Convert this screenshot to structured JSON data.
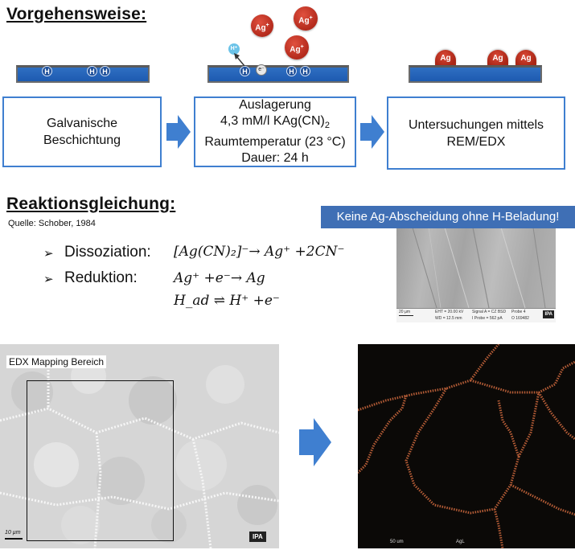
{
  "section_procedure": {
    "heading": "Vorgehensweise:"
  },
  "diagram": {
    "h_label": "H",
    "hplus_label": "H⁺",
    "electron_label": "e⁻",
    "ag_ion_label": "Ag",
    "ag_ion_charge": "+",
    "ag_deposit_label": "Ag"
  },
  "steps": [
    {
      "lines": [
        "Galvanische",
        "Beschichtung"
      ]
    },
    {
      "lines": [
        "Auslagerung",
        "4,3 mM/l KAg(CN)",
        "Raumtemperatur (23 °C)",
        "Dauer: 24 h"
      ],
      "subscript": "2"
    },
    {
      "lines": [
        "Untersuchungen mittels",
        "REM/EDX"
      ]
    }
  ],
  "section_reaction": {
    "heading": "Reaktionsgleichung:",
    "source": "Quelle: Schober, 1984",
    "bullet_glyph": "➢",
    "items": [
      {
        "label": "Dissoziation:",
        "equation": "[Ag(CN)₂]⁻→ Ag⁺ +2CN⁻"
      },
      {
        "label": "Reduktion:",
        "equation": "Ag⁺ +e⁻→ Ag"
      }
    ],
    "equation3": "H_ad ⇌ H⁺ +e⁻"
  },
  "callout": {
    "text": "Keine Ag-Abscheidung ohne H-Beladung!",
    "background": "#3f6fb5"
  },
  "sem_top": {
    "scale": "20 µm",
    "info": [
      "EHT = 20.00 kV",
      "WD = 12.5 mm",
      "Signal A = CZ BSD",
      "I Probe = 562 pA",
      "Probe 4",
      "O 169482"
    ],
    "logo": "IPA"
  },
  "sem_bottom": {
    "label": "EDX Mapping Bereich",
    "scale": "10 µm",
    "logo": "IPA"
  },
  "edx_map": {
    "scale": "50 um",
    "element": "AgL",
    "color": "#c8663c"
  },
  "colors": {
    "accent": "#3f7fd0",
    "plate": "#1d5ab0",
    "ag": "#c0392b"
  }
}
